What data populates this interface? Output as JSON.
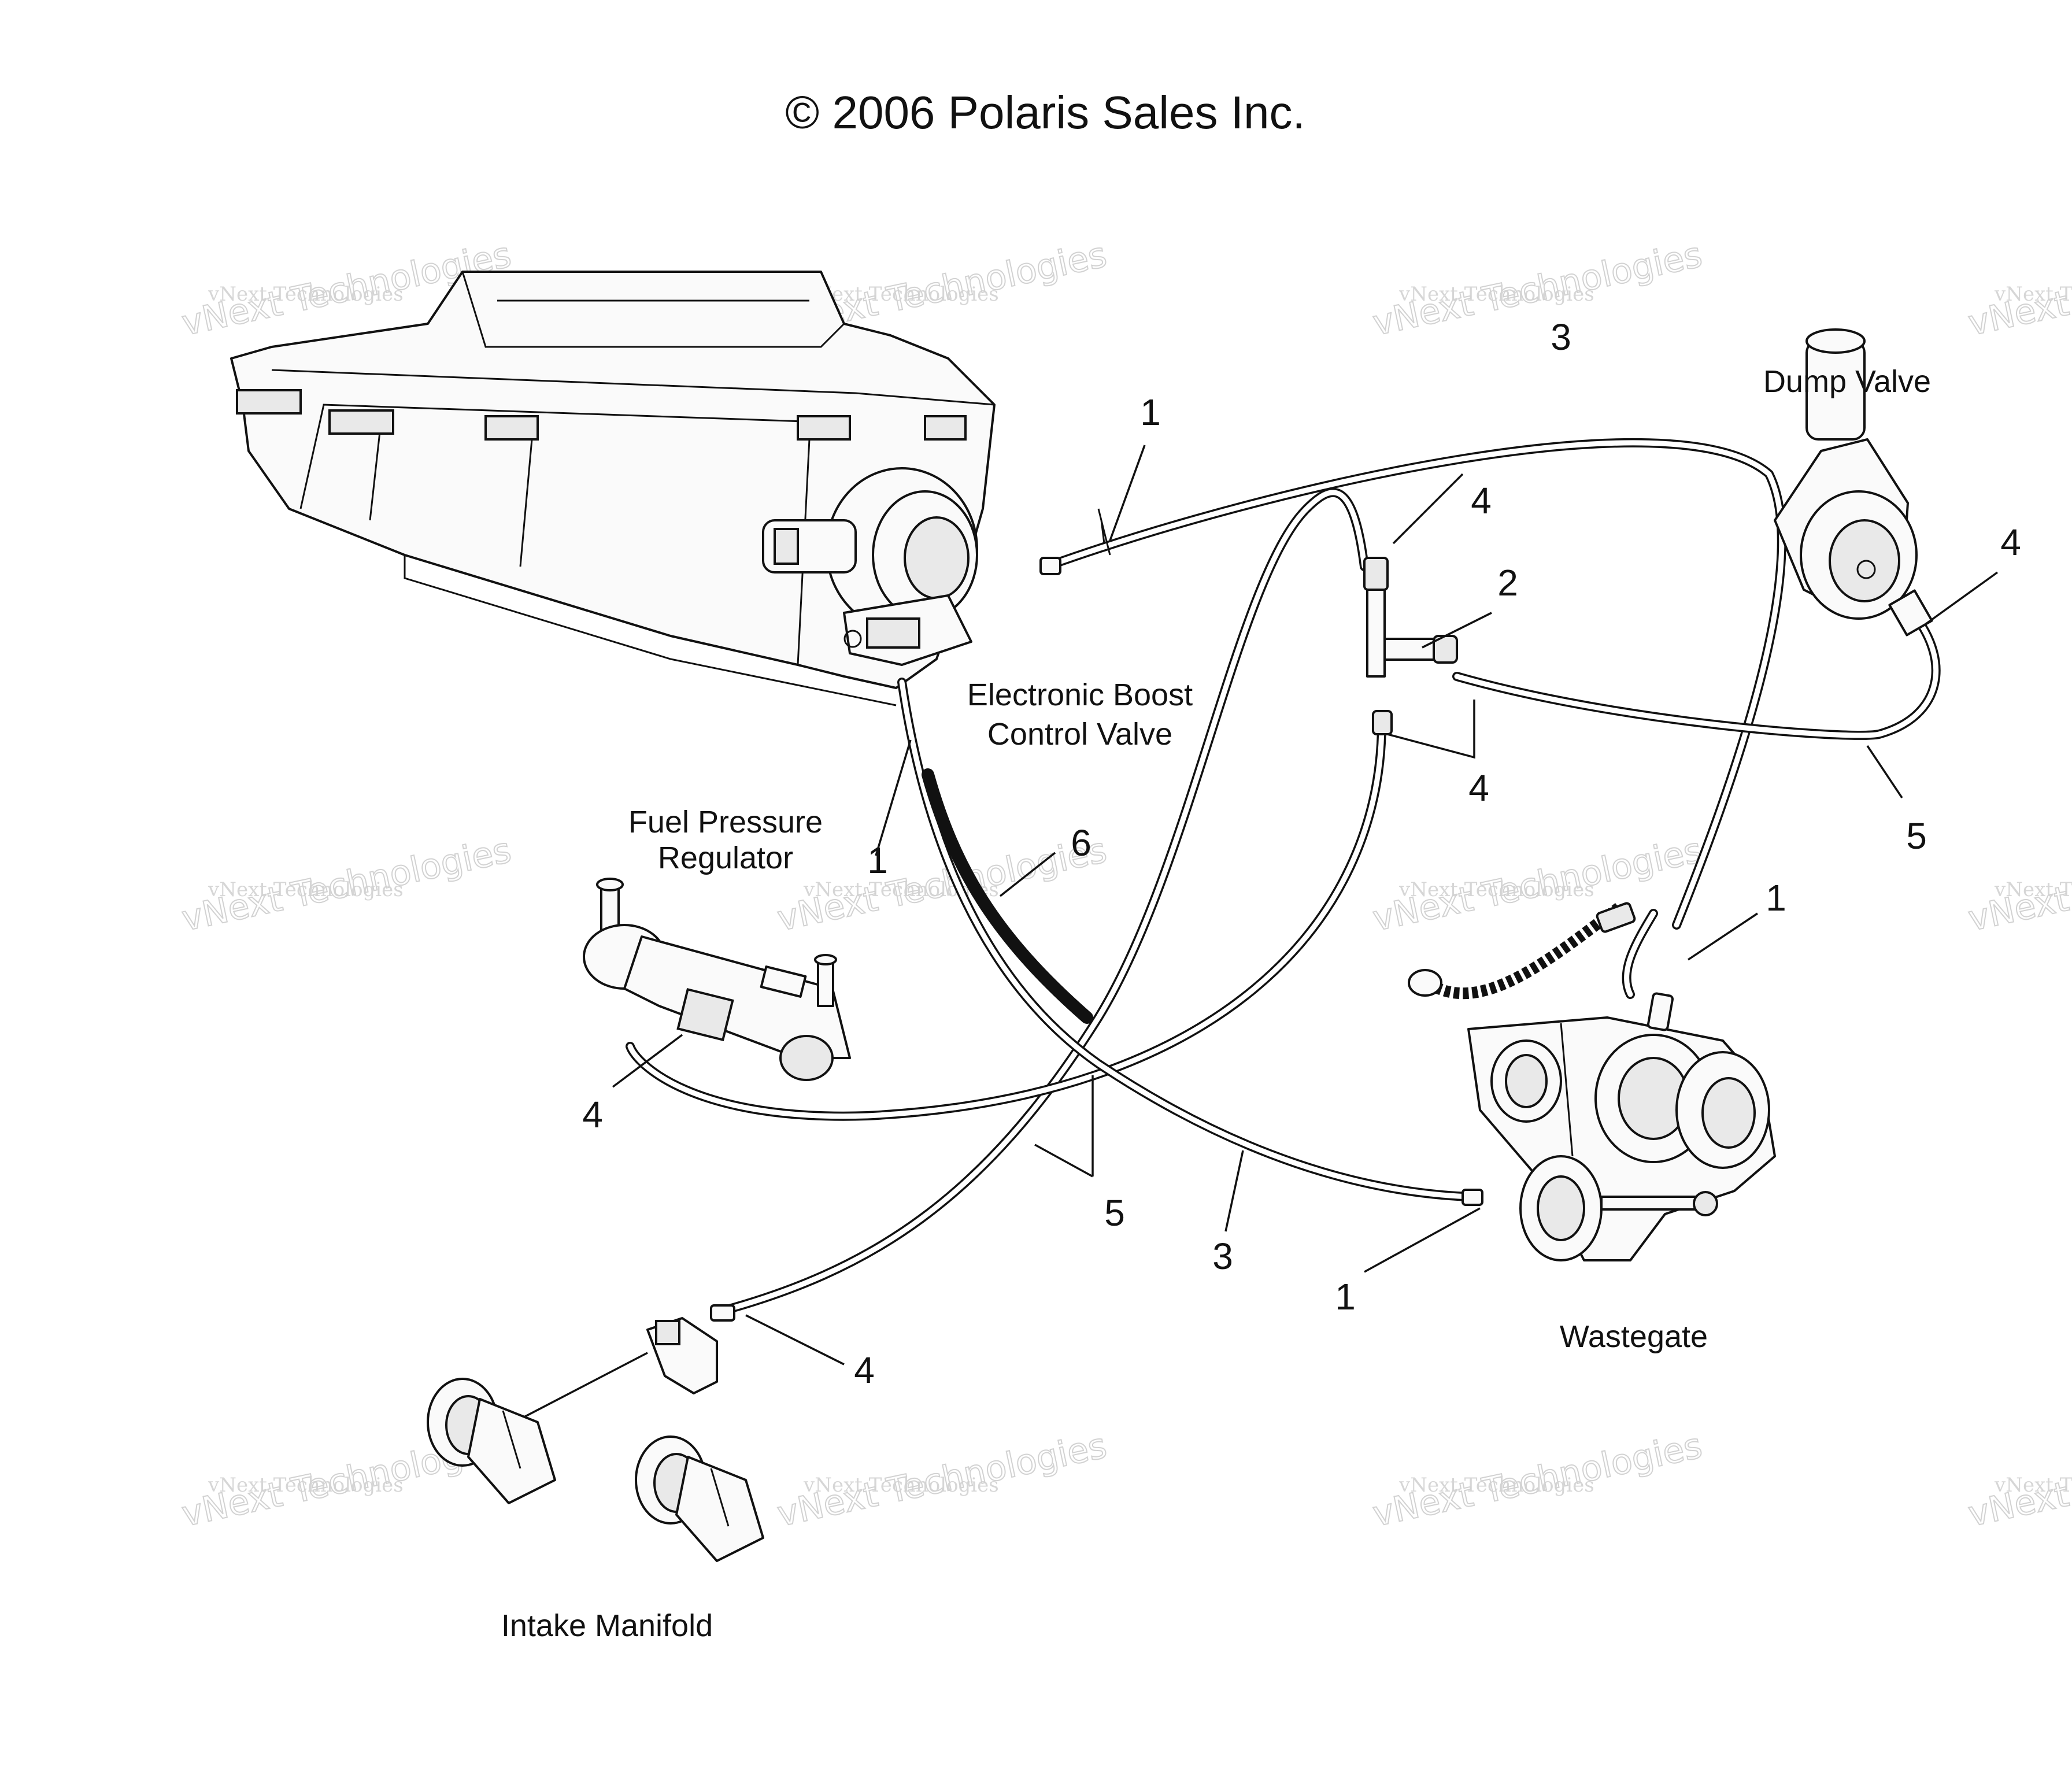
{
  "copyright": "© 2006 Polaris Sales Inc.",
  "watermark": {
    "line1": "vNext Technologies",
    "line2": "vNext Technologies"
  },
  "labels": {
    "dump_valve": "Dump Valve",
    "electronic_boost_line1": "Electronic Boost",
    "electronic_boost_line2": "Control Valve",
    "fuel_pressure_line1": "Fuel Pressure",
    "fuel_pressure_line2": "Regulator",
    "wastegate": "Wastegate",
    "intake_manifold": "Intake Manifold"
  },
  "callouts": [
    {
      "id": "c1a",
      "text": "1"
    },
    {
      "id": "c3a",
      "text": "3"
    },
    {
      "id": "c4a",
      "text": "4"
    },
    {
      "id": "c2",
      "text": "2"
    },
    {
      "id": "c4b",
      "text": "4"
    },
    {
      "id": "c4c",
      "text": "4"
    },
    {
      "id": "c5a",
      "text": "5"
    },
    {
      "id": "c1b",
      "text": "1"
    },
    {
      "id": "c6",
      "text": "6"
    },
    {
      "id": "c1c",
      "text": "1"
    },
    {
      "id": "c4d",
      "text": "4"
    },
    {
      "id": "c5b",
      "text": "5"
    },
    {
      "id": "c3b",
      "text": "3"
    },
    {
      "id": "c1d",
      "text": "1"
    },
    {
      "id": "c4e",
      "text": "4"
    }
  ]
}
